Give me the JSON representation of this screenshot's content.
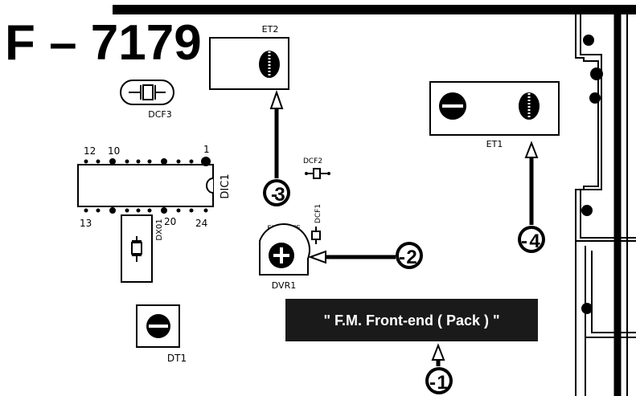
{
  "model": "F – 7179",
  "labels": {
    "et2": "ET2",
    "et1": "ET1",
    "dcf3": "DCF3",
    "dcf2": "DCF2",
    "dcf1": "DCF1",
    "dic1": "DIC1",
    "dx01": "DX01",
    "fm_mute": "FM MUTE",
    "dvr1": "DVR1",
    "dt1": "DT1",
    "pin_12": "12",
    "pin_10": "10",
    "pin_1": "1",
    "pin_13": "13",
    "pin_20": "20",
    "pin_24": "24"
  },
  "banner": "\" F.M. Front-end ( Pack ) \"",
  "steps": [
    "1",
    "2",
    "3",
    "4"
  ]
}
